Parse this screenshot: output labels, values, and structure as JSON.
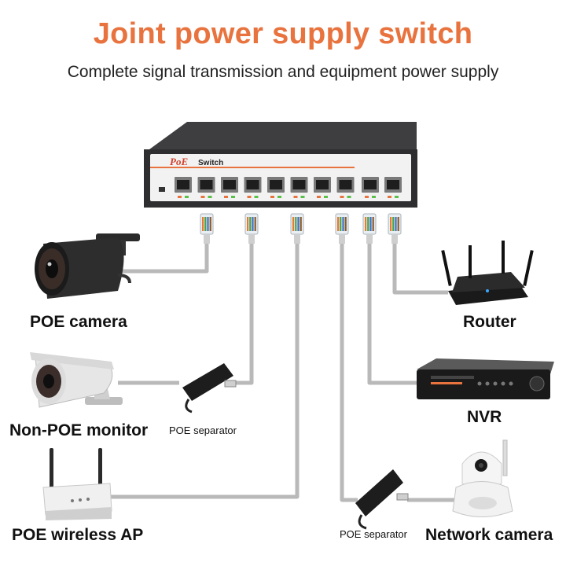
{
  "header": {
    "title": "Joint power supply switch",
    "subtitle": "Complete signal transmission and equipment power supply"
  },
  "switch": {
    "brand_poe": "PoE",
    "brand_switch": "Switch",
    "poe_port_count": 8,
    "uplink_port_count": 2
  },
  "devices": {
    "poe_camera": "POE camera",
    "non_poe_monitor": "Non-POE monitor",
    "poe_wireless_ap": "POE wireless AP",
    "router": "Router",
    "nvr": "NVR",
    "network_camera": "Network camera",
    "poe_separator_1": "POE separator",
    "poe_separator_2": "POE separator"
  },
  "colors": {
    "title": "#e8733e",
    "switch_stripe": "#e8733e",
    "cable": "#b9b9b9"
  }
}
